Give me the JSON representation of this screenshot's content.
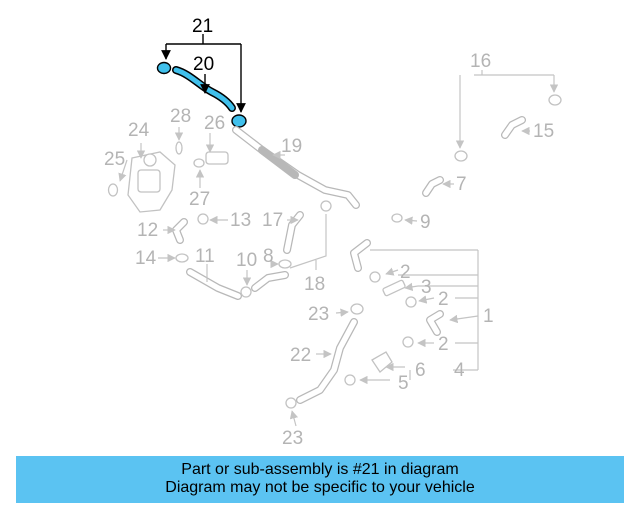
{
  "callouts": {
    "c1": "1",
    "c2a": "2",
    "c2b": "2",
    "c2c": "2",
    "c3": "3",
    "c4": "4",
    "c5": "5",
    "c6": "6",
    "c7": "7",
    "c8": "8",
    "c9": "9",
    "c10": "10",
    "c11": "11",
    "c12": "12",
    "c13": "13",
    "c14": "14",
    "c15": "15",
    "c16": "16",
    "c17": "17",
    "c18": "18",
    "c19": "19",
    "c20": "20",
    "c21": "21",
    "c22": "22",
    "c23a": "23",
    "c23b": "23",
    "c24": "24",
    "c25": "25",
    "c26": "26",
    "c27": "27",
    "c28": "28"
  },
  "highlight_color": "#40c0ec",
  "banner": {
    "line1": "Part or sub-assembly is #21 in diagram",
    "line2": "Diagram may not be specific to your vehicle",
    "background": "#5bc3f2"
  }
}
